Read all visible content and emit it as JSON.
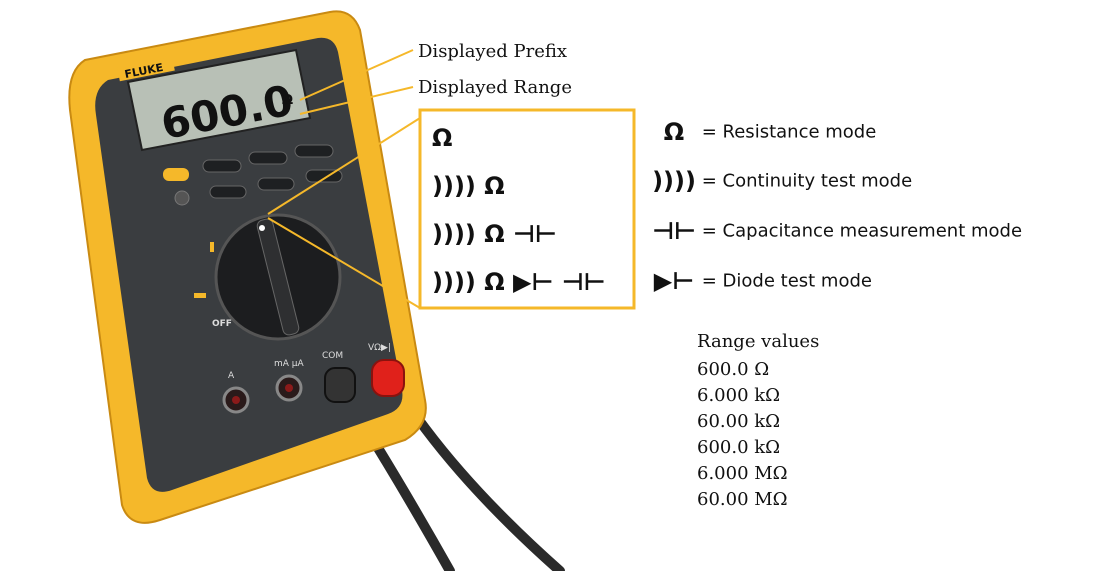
{
  "callouts": {
    "prefix": "Displayed Prefix",
    "range": "Displayed Range"
  },
  "meter": {
    "brand": "FLUKE",
    "reading": "600.0",
    "unit": "Ω",
    "off_label": "OFF",
    "terminals": [
      "A",
      "mA μA",
      "COM",
      "V Ω ▶|"
    ],
    "accent_color": "#f5b82a",
    "body_color": "#3a3d40",
    "probe_red": "#e0211b"
  },
  "mode_box": {
    "rows": [
      "Ω",
      "))))  Ω",
      "))))  Ω  ⊣⊢",
      "))))  Ω  ▶⊢  ⊣⊢"
    ]
  },
  "legend": [
    {
      "symbol": "Ω",
      "icon": "ohm-icon",
      "text": "= Resistance mode"
    },
    {
      "symbol": "))))",
      "icon": "continuity-icon",
      "text": "= Continuity test mode"
    },
    {
      "symbol": "⊣⊢",
      "icon": "capacitor-icon",
      "text": "= Capacitance measurement mode"
    },
    {
      "symbol": "▶⊢",
      "icon": "diode-icon",
      "text": "= Diode test mode"
    }
  ],
  "ranges": {
    "title": "Range values",
    "values": [
      "600.0 Ω",
      "6.000 kΩ",
      "60.00 kΩ",
      "600.0 kΩ",
      "6.000 MΩ",
      "60.00 MΩ"
    ]
  }
}
